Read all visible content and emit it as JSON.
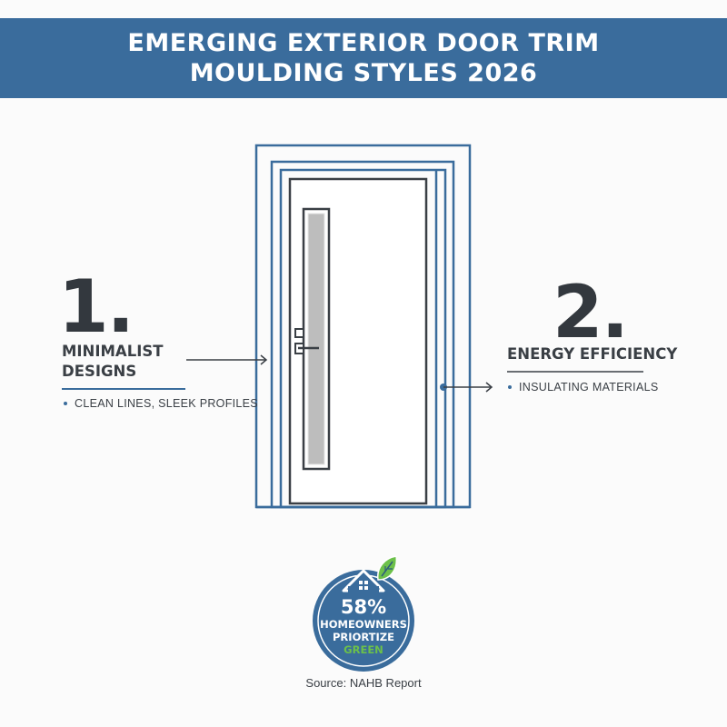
{
  "header": {
    "title_line1": "EMERGING EXTERIOR DOOR TRIM",
    "title_line2": "MOULDING STYLES 2026"
  },
  "items": [
    {
      "number": "1.",
      "heading_line1": "MINIMALIST",
      "heading_line2": "DESIGNS",
      "bullet": "CLEAN LINES, SLEEK PROFILES"
    },
    {
      "number": "2.",
      "heading": "ENERGY EFFICIENCY",
      "bullet": "INSULATING MATERIALS"
    }
  ],
  "badge": {
    "stat": "58%",
    "line1": "HOMEOWNERS",
    "line2": "PRIORTIZE",
    "line3": "GREEN",
    "icons": [
      "house-icon",
      "leaf-icon"
    ]
  },
  "source": "Source: NAHB Report",
  "colors": {
    "primary_blue": "#3a6c9c",
    "dark_text": "#33383e",
    "green_accent": "#6cc04a",
    "glass_gray": "#bdbdbd"
  }
}
